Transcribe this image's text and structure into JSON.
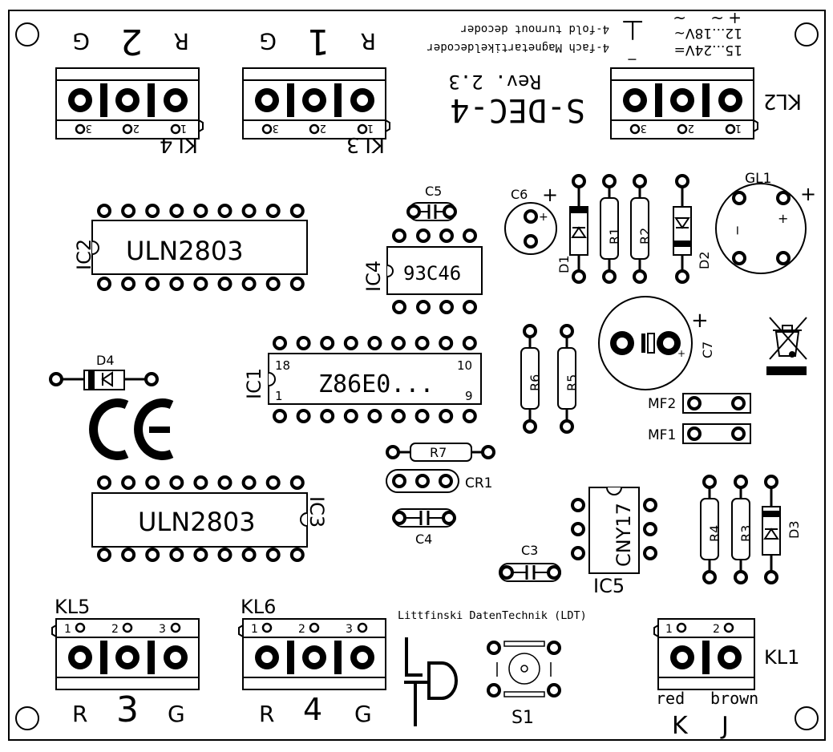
{
  "board": {
    "title": "S-DEC-4",
    "revision": "Rev. 2.3",
    "subtitle_de": "4-fach Magnetartikeldecoder",
    "subtitle_en": "4-fold turnout decoder",
    "maker": "Littfinski DatenTechnik (LDT)",
    "ce_mark": "CE"
  },
  "power": {
    "ground_symbol": "⊥",
    "line_ac": "12...18V~",
    "line_dc": "15...24V=",
    "pin_minus": "−",
    "pin_ac1": "~",
    "pin_ac2": "~",
    "pin_plus": "+"
  },
  "connectors": {
    "kl1": {
      "label": "KL1",
      "pins": [
        "1",
        "2"
      ],
      "wire1": "red",
      "wire2": "brown",
      "letter1": "K",
      "letter2": "J"
    },
    "kl2": {
      "label": "KL2",
      "pins": [
        "3",
        "2",
        "1"
      ]
    },
    "kl3": {
      "label": "KL3",
      "pins": [
        "3",
        "2",
        "1"
      ],
      "left": "G",
      "num": "1",
      "right": "R"
    },
    "kl4": {
      "label": "KL4",
      "pins": [
        "3",
        "2",
        "1"
      ],
      "left": "G",
      "num": "2",
      "right": "R"
    },
    "kl5": {
      "label": "KL5",
      "pins": [
        "1",
        "2",
        "3"
      ],
      "left": "R",
      "num": "3",
      "right": "G"
    },
    "kl6": {
      "label": "KL6",
      "pins": [
        "1",
        "2",
        "3"
      ],
      "left": "R",
      "num": "4",
      "right": "G"
    }
  },
  "chips": {
    "ic1": {
      "label": "IC1",
      "part": "Z86E0...",
      "pin18": "18",
      "pin1": "1",
      "pin10": "10",
      "pin9": "9"
    },
    "ic2": {
      "label": "IC2",
      "part": "ULN2803"
    },
    "ic3": {
      "label": "IC3",
      "part": "ULN2803"
    },
    "ic4": {
      "label": "IC4",
      "part": "93C46"
    },
    "ic5": {
      "label": "IC5",
      "part": "CNY17"
    }
  },
  "components": {
    "r1": "R1",
    "r2": "R2",
    "r3": "R3",
    "r4": "R4",
    "r5": "R5",
    "r6": "R6",
    "r7": "R7",
    "d1": "D1",
    "d2": "D2",
    "d3": "D3",
    "d4": "D4",
    "c3": "C3",
    "c4": "C4",
    "c5": "C5",
    "c6": "C6",
    "c7": "C7",
    "cr1": "CR1",
    "gl1": "GL1",
    "mf1": "MF1",
    "mf2": "MF2",
    "s1": "S1",
    "plus": "+",
    "minus": "−"
  }
}
